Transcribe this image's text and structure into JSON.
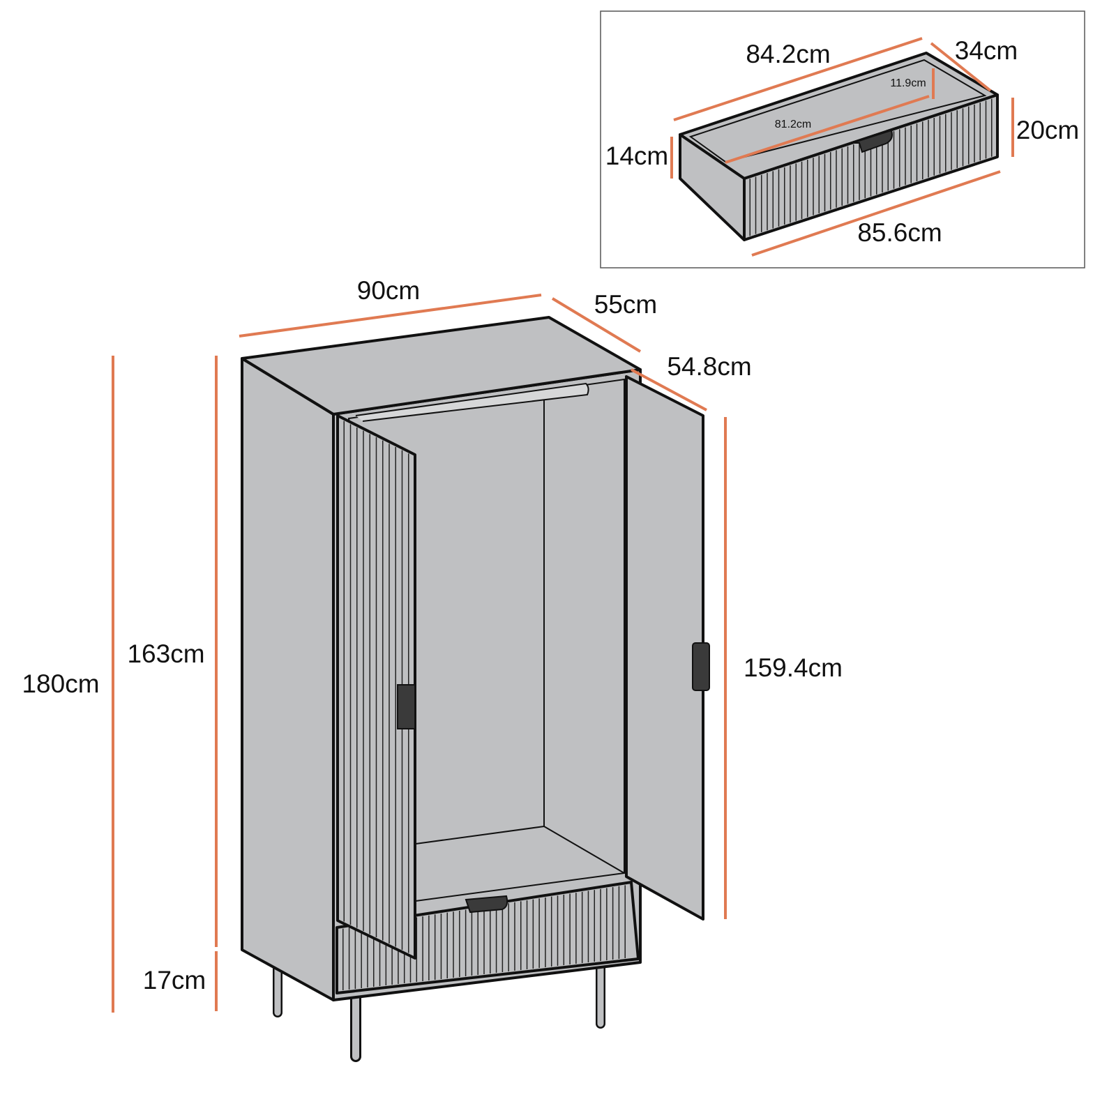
{
  "wardrobe": {
    "width": "90cm",
    "depth": "55cm",
    "inner_depth": "54.8cm",
    "total_height": "180cm",
    "body_height": "163cm",
    "leg_height": "17cm",
    "door_height": "159.4cm"
  },
  "drawer": {
    "back_width": "84.2cm",
    "depth": "34cm",
    "front_height": "20cm",
    "side_height": "14cm",
    "front_width": "85.6cm",
    "inner_width": "81.2cm",
    "inner_height": "11.9cm"
  },
  "colors": {
    "dimension": "#e07a52",
    "body": "#bfc0c2",
    "outline": "#111111"
  }
}
